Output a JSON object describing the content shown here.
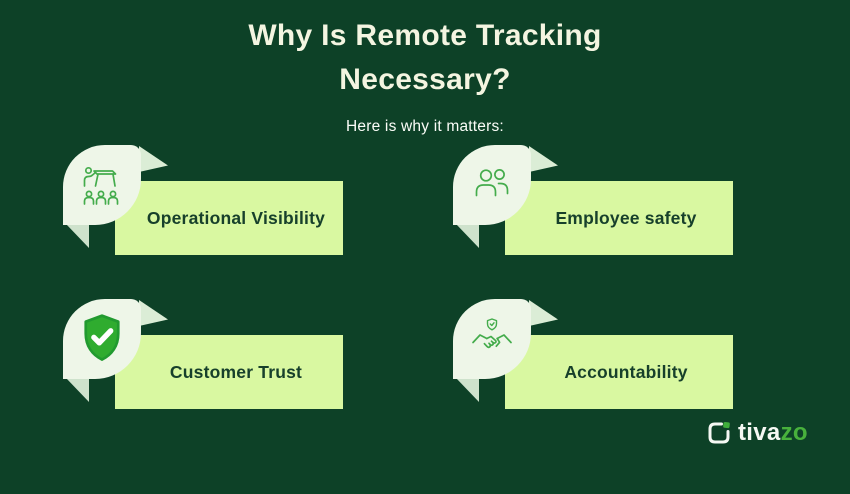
{
  "colors": {
    "background": "#0D4127",
    "title_text": "#F4F5E1",
    "subtitle_text": "#FBFDF8",
    "card_bar_background": "#D9F8A1",
    "card_label_text": "#17402B",
    "badge_blob": "#EEF6E8",
    "badge_fold": "#DBEDD6",
    "badge_tail": "#CEE2CC",
    "icon_green": "#44AC4C",
    "shield_fill": "#2FAC2F",
    "logo_accent_green": "#48B13C"
  },
  "title": {
    "line1": "Why Is Remote Tracking",
    "line2": "Necessary?"
  },
  "subtitle": "Here is why it matters:",
  "cards": [
    {
      "label": "Operational Visibility",
      "icon": "presentation-audience-icon"
    },
    {
      "label": "Employee safety",
      "icon": "two-people-icon"
    },
    {
      "label": "Customer Trust",
      "icon": "shield-check-icon"
    },
    {
      "label": "Accountability",
      "icon": "handshake-shield-icon"
    }
  ],
  "logo": {
    "name": "tivazo",
    "text_primary": "tiva",
    "text_accent": "zo",
    "icon": "tivazo-logo-icon"
  }
}
